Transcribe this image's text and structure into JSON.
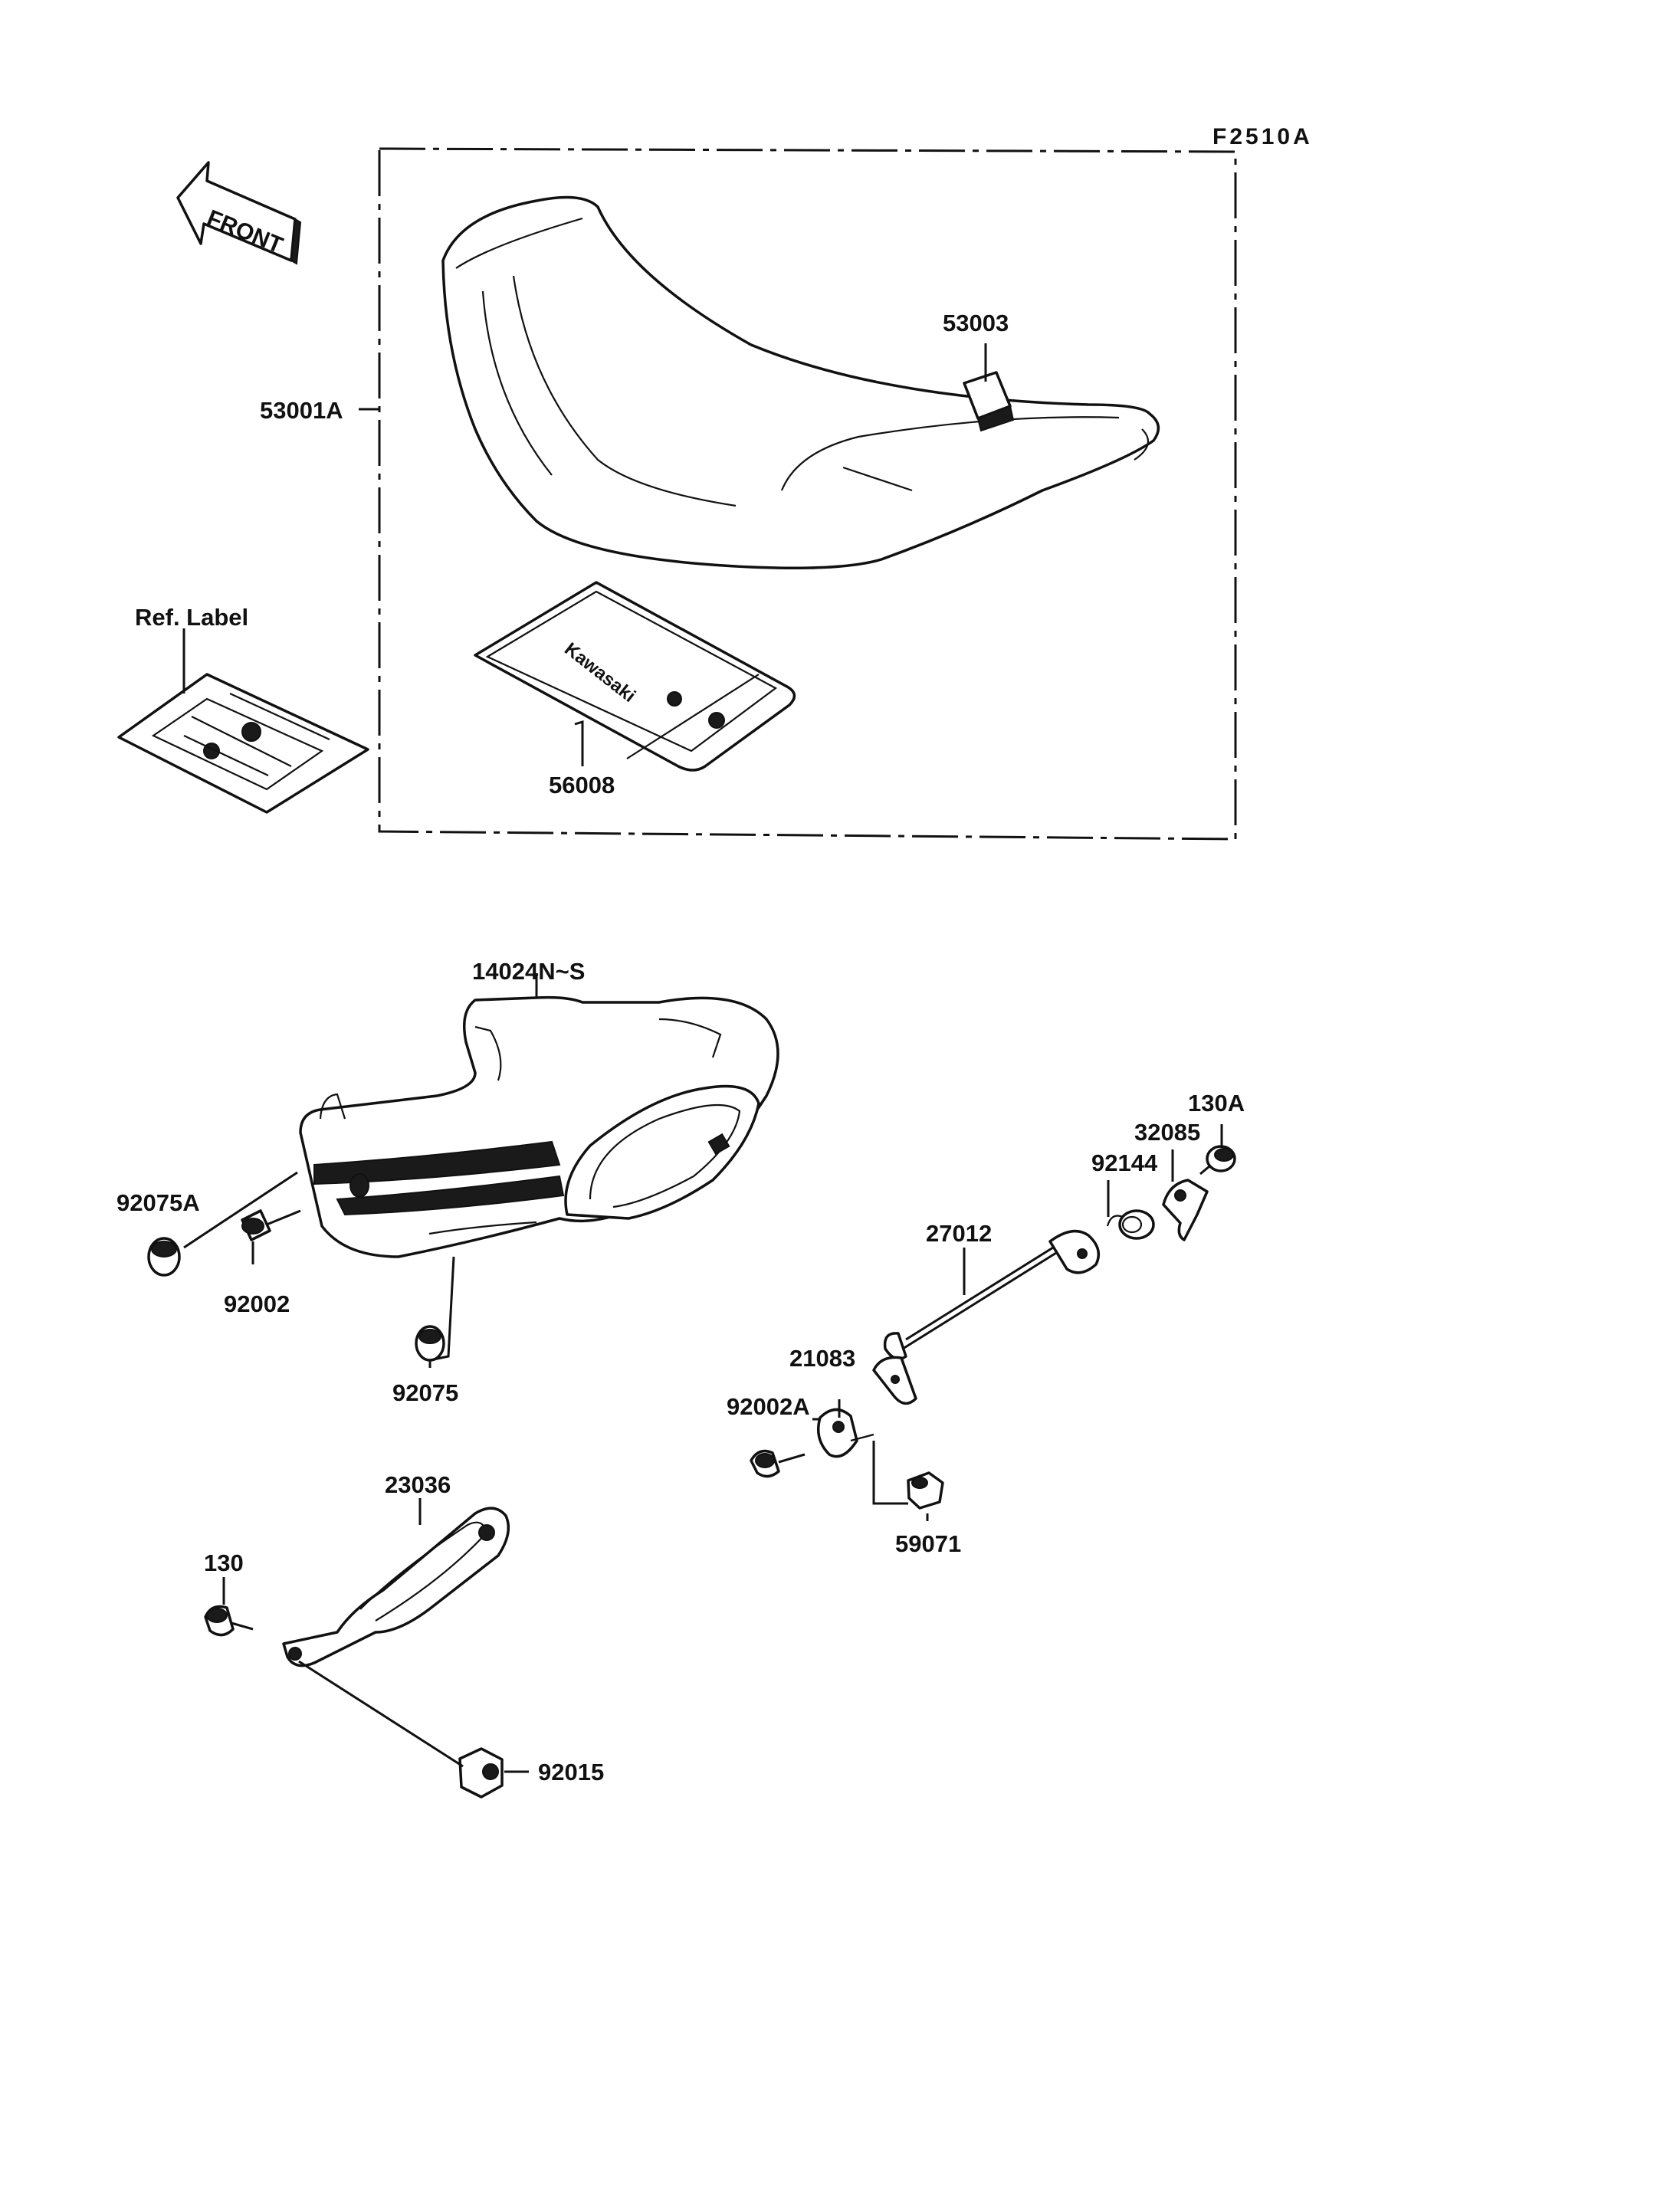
{
  "figure": {
    "code": "F2510A",
    "front_arrow_label": "FRONT"
  },
  "parts": {
    "seat": "53001A",
    "seat_strap": "53003",
    "tool_bag": "56008",
    "ref_label": "Ref. Label",
    "tail_cover": "14024N~S",
    "damper_rubber_a": "92075A",
    "damper_rubber": "92075",
    "bolt": "92002",
    "bolt_a": "92002A",
    "seat_lock_cable": "27012",
    "lever": "21083",
    "spring": "92144",
    "lock_plate": "32085",
    "bolt_130a": "130A",
    "seat_lock": "59071",
    "bracket": "23036",
    "bolt_130": "130",
    "nut": "92015"
  },
  "tool_bag_text": "Kawasaki"
}
